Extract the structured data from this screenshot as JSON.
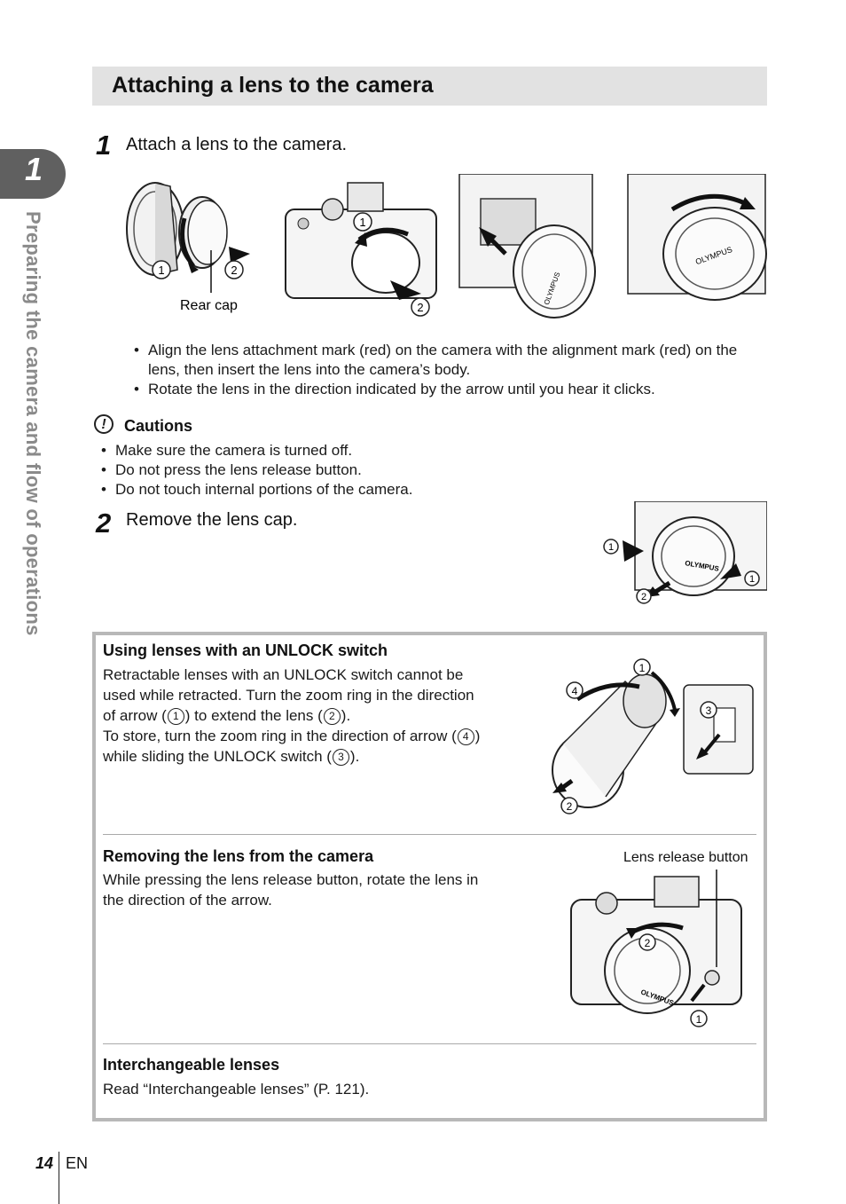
{
  "header": {
    "title": "Attaching a lens to the camera"
  },
  "chapter": {
    "number": "1",
    "side_label": "Preparing the camera and flow of operations"
  },
  "step1": {
    "number": "1",
    "text": "Attach a lens to the camera.",
    "figure_caption": "Rear cap",
    "bullets": [
      "Align the lens attachment mark (red) on the camera with the alignment mark (red) on the lens, then insert the lens into the camera’s body.",
      "Rotate the lens in the direction indicated by the arrow until you hear it clicks."
    ]
  },
  "cautions": {
    "icon_glyph": "!",
    "title": "Cautions",
    "items": [
      "Make sure the camera is turned off.",
      "Do not press the lens release button.",
      "Do not touch internal portions of the camera."
    ]
  },
  "step2": {
    "number": "2",
    "text": "Remove the lens cap."
  },
  "info_box": {
    "unlock": {
      "heading": "Using lenses with an UNLOCK switch",
      "line1": "Retractable lenses with an UNLOCK switch cannot be used while retracted. Turn the zoom ring in the direction of arrow (",
      "m1": "1",
      "line1b": ") to extend the lens (",
      "m2": "2",
      "line1c": ").",
      "line2": "To store, turn the zoom ring in the direction of arrow (",
      "m4": "4",
      "line2b": ") while sliding the UNLOCK switch (",
      "m3": "3",
      "line2c": ")."
    },
    "removing": {
      "heading": "Removing the lens from the camera",
      "text": "While pressing the lens release button, rotate the lens in the direction of the arrow.",
      "figure_caption": "Lens release button"
    },
    "interchangeable": {
      "heading": "Interchangeable lenses",
      "text": "Read “Interchangeable lenses” (P. 121)."
    }
  },
  "figure_labels": {
    "one": "1",
    "two": "2",
    "three": "3",
    "four": "4",
    "brand": "OLYMPUS"
  },
  "footer": {
    "page": "14",
    "lang": "EN"
  },
  "colors": {
    "header_bg": "#e2e2e2",
    "tab_bg": "#606060",
    "side_text": "#8a8a8a",
    "box_border": "#b8b8b8"
  }
}
